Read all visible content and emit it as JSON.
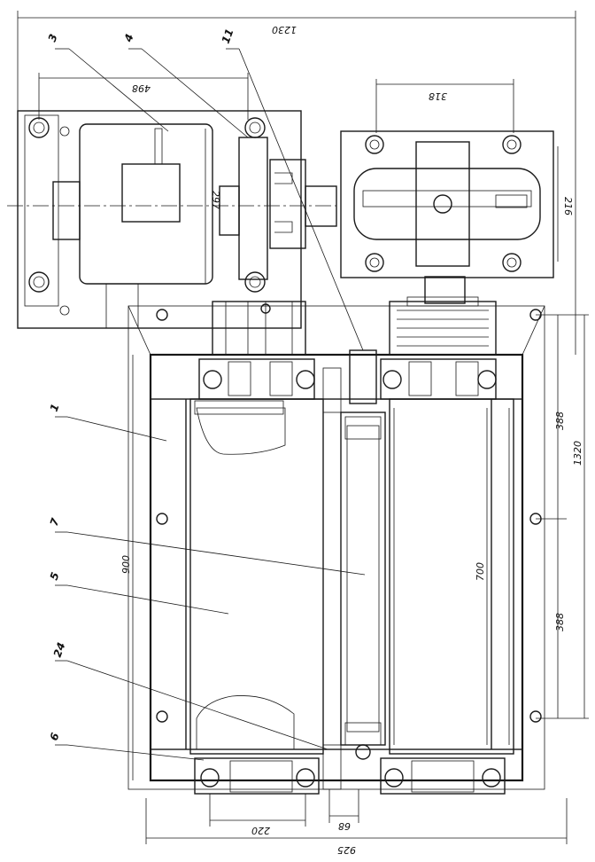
{
  "dimensions": {
    "overall_width_top": "1230",
    "motor_frame": "498",
    "gearbox_frame": "318",
    "motor_height": "297",
    "gearbox_height": "216",
    "overall_height": "1320",
    "segment_upper": "388",
    "segment_lower": "388",
    "roll_span": "900",
    "roll_length": "700",
    "bottom_bearing": "220",
    "bottom_offset": "68",
    "overall_width_bottom": "925"
  },
  "callouts": [
    "3",
    "4",
    "11",
    "1",
    "7",
    "5",
    "24",
    "6"
  ],
  "colors": {
    "line": "#1a1a1a",
    "paper": "#ffffff"
  }
}
